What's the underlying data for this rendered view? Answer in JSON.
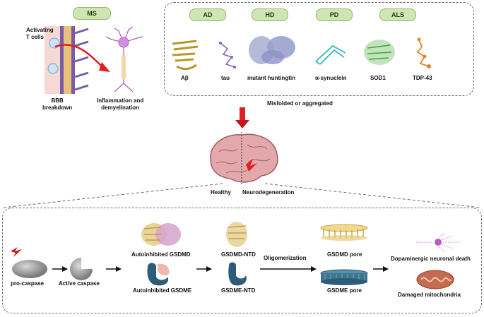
{
  "ms": {
    "tag": "MS",
    "activating_label": "Activating\nT cells",
    "bbb_label": "BBB\nbreakdown",
    "inflammation_label": "Inflammation and\ndemyelination"
  },
  "misfolded": {
    "tags": [
      "AD",
      "HD",
      "PD",
      "ALS"
    ],
    "proteins": [
      "Aβ",
      "tau",
      "mutant huntingtin",
      "α-synuclein",
      "SOD1",
      "TDP-43"
    ],
    "caption": "Misfolded or aggregated"
  },
  "brain": {
    "healthy_label": "Healthy",
    "neuro_label": "Neurodegeneration"
  },
  "pathway": {
    "procaspase": "pro-caspase",
    "active_caspase": "Active caspase",
    "autoinhibited_gsdmd": "Autoinhibited GSDMD",
    "autoinhibited_gsdme": "Autoinhibited GSDME",
    "gsdmd_ntd": "GSDMD-NTD",
    "gsdme_ntd": "GSDME-NTD",
    "oligomerization": "Oligomerization",
    "gsdmd_pore": "GSDMD pore",
    "gsdme_pore": "GSDME pore",
    "neuronal_death": "Dopaminergic neuronal death",
    "mitochondria": "Damaged mitochondria"
  },
  "colors": {
    "pill_fill": "#cfe6b4",
    "arrow_red": "#e02020",
    "gsdmd_gold": "#c9a64a",
    "gsdme_blue": "#2f5b7a",
    "pink": "#f2b6b0",
    "neuron_purple": "#b45fc0"
  }
}
